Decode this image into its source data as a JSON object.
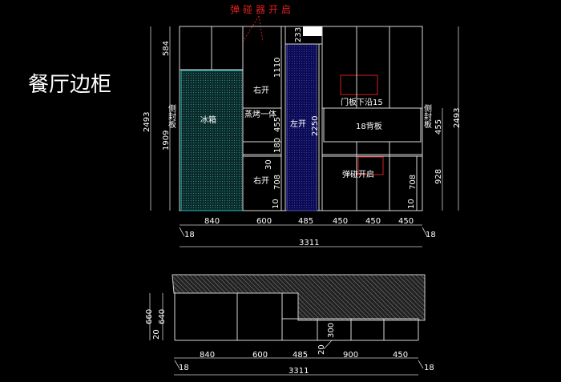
{
  "title": "餐厅边柜",
  "top_note": "弹碰器开启",
  "elevation": {
    "labels": {
      "fridge": "冰箱",
      "right_open_top": "右开",
      "steam_oven": "蒸烤一体",
      "right_open_bottom": "右开",
      "left_open": "左开",
      "door_bottom_edge": "门板下沿15",
      "back_panel": "18背板",
      "push_open": "弹碰开启",
      "side_panel_left": "侧封板",
      "side_panel_right": "侧封板"
    },
    "dims": {
      "total_height_left": "2493",
      "top_section": "584",
      "fridge_height": "1909",
      "d1110": "1110",
      "d455_mid": "455",
      "d180": "180",
      "d30": "30",
      "d708_left": "708",
      "d10_left": "10",
      "d233": "233",
      "d2250": "2250",
      "d708_right": "708",
      "d10_right": "10",
      "d455_right": "455",
      "d928": "928",
      "total_height_right": "2493"
    },
    "widths": [
      "840",
      "600",
      "485",
      "450",
      "450",
      "450"
    ],
    "end_left": "18",
    "end_right": "18",
    "total_width": "3311"
  },
  "plan": {
    "dims": {
      "d660": "660",
      "d640": "640",
      "d20_left": "20",
      "d300": "300",
      "d20_mid": "20"
    },
    "widths": [
      "840",
      "600",
      "485",
      "900",
      "450"
    ],
    "end_left": "18",
    "end_right": "18",
    "total_width": "3311"
  },
  "colors": {
    "fridge": "#1fb3b3",
    "left_open_panel": "#1a1a7a",
    "note": "#e02020"
  }
}
